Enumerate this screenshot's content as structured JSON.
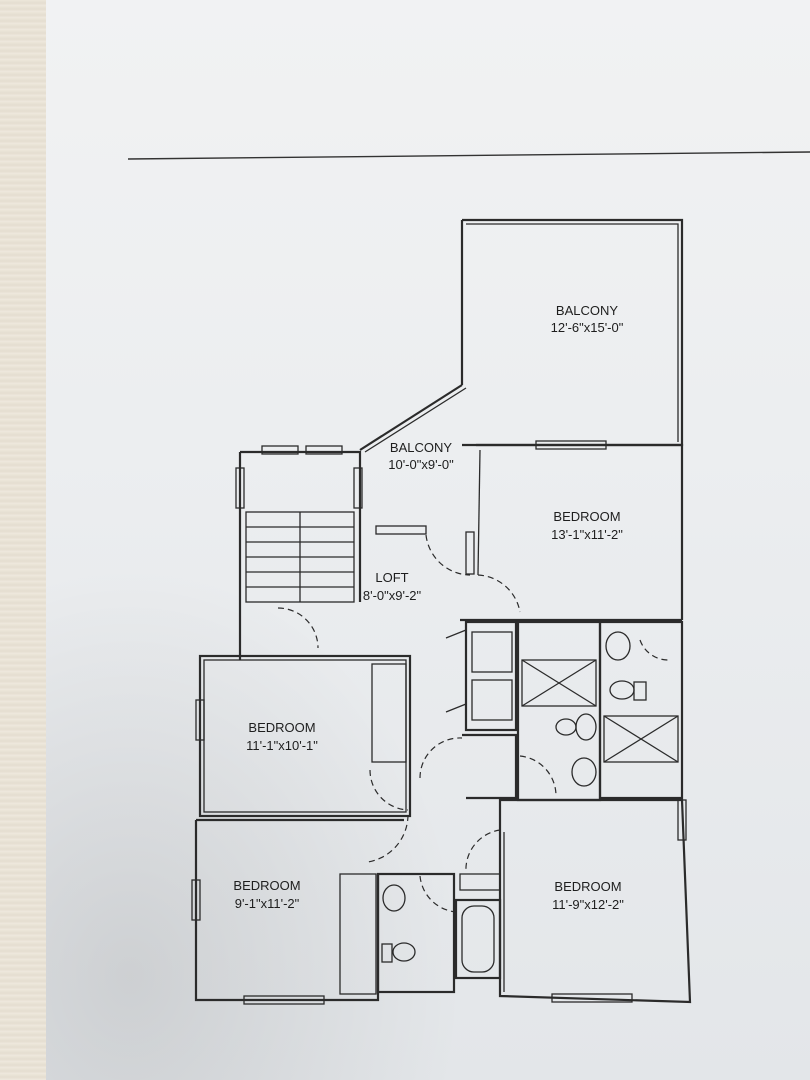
{
  "rooms": {
    "balcony_upper": {
      "name": "BALCONY",
      "size": "12'-6\"x15'-0\""
    },
    "balcony_lower": {
      "name": "BALCONY",
      "size": "10'-0\"x9'-0\""
    },
    "bedroom_ne": {
      "name": "BEDROOM",
      "size": "13'-1\"x11'-2\""
    },
    "loft": {
      "name": "LOFT",
      "size": "8'-0\"x9'-2\""
    },
    "bedroom_w": {
      "name": "BEDROOM",
      "size": "11'-1\"x10'-1\""
    },
    "bedroom_sw": {
      "name": "BEDROOM",
      "size": "9'-1\"x11'-2\""
    },
    "bedroom_se": {
      "name": "BEDROOM",
      "size": "11'-9\"x12'-2\""
    }
  }
}
